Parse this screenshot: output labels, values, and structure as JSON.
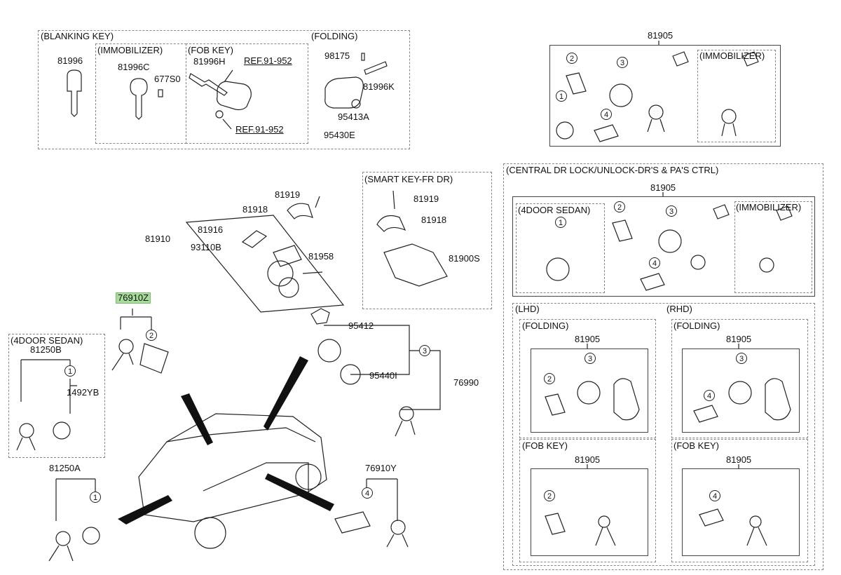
{
  "sections": {
    "blanking_key": "(BLANKING KEY)",
    "immobilizer": "(IMMOBILIZER)",
    "fob_key": "(FOB KEY)",
    "folding": "(FOLDING)",
    "smart_key": "(SMART KEY-FR DR)",
    "central": "(CENTRAL DR LOCK/UNLOCK-DR'S & PA'S CTRL)",
    "four_door": "(4DOOR SEDAN)",
    "lhd": "(LHD)",
    "rhd": "(RHD)"
  },
  "parts": {
    "p81996": "81996",
    "p81996C": "81996C",
    "p677S0": "677S0",
    "p81996H": "81996H",
    "ref1": "REF.91-952",
    "ref2": "REF.91-952",
    "p98175": "98175",
    "p81996K": "81996K",
    "p95413A": "95413A",
    "p95430E": "95430E",
    "p81905": "81905",
    "p81919": "81919",
    "p81918": "81918",
    "p81910": "81910",
    "p81916": "81916",
    "p93110B": "93110B",
    "p81958": "81958",
    "p81900S": "81900S",
    "p76910Z": "76910Z",
    "p81250B": "81250B",
    "p1492YB": "1492YB",
    "p95412": "95412",
    "p95440I": "95440I",
    "p76990": "76990",
    "p81250A": "81250A",
    "p76910Y": "76910Y"
  },
  "callouts": [
    "1",
    "2",
    "3",
    "4"
  ]
}
